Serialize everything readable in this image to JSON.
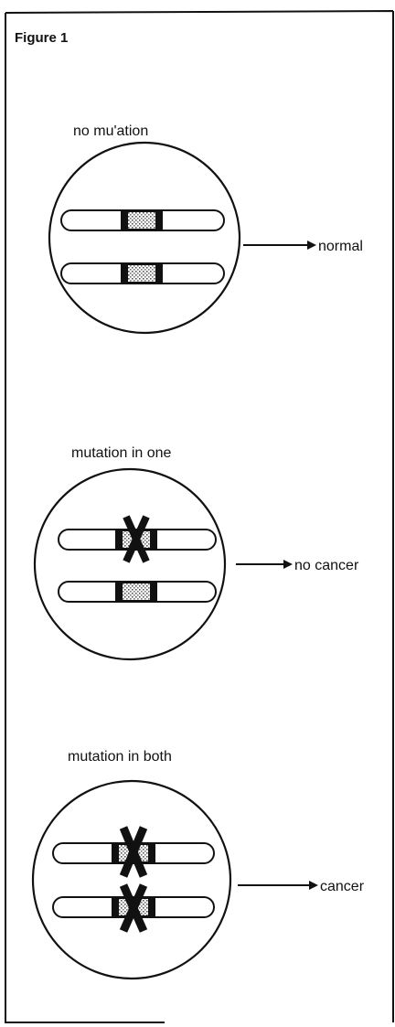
{
  "figure": {
    "title": "Figure 1",
    "panels": [
      {
        "caption": "no mu'ation",
        "outcome": "normal",
        "mutated_chromosomes": 0
      },
      {
        "caption": "mutation in one",
        "outcome": "no cancer",
        "mutated_chromosomes": 1
      },
      {
        "caption": "mutation in both",
        "outcome": "cancer",
        "mutated_chromosomes": 2
      }
    ]
  },
  "colors": {
    "ink": "#111111",
    "paper": "#ffffff",
    "stipple": "#9a9a9a"
  }
}
